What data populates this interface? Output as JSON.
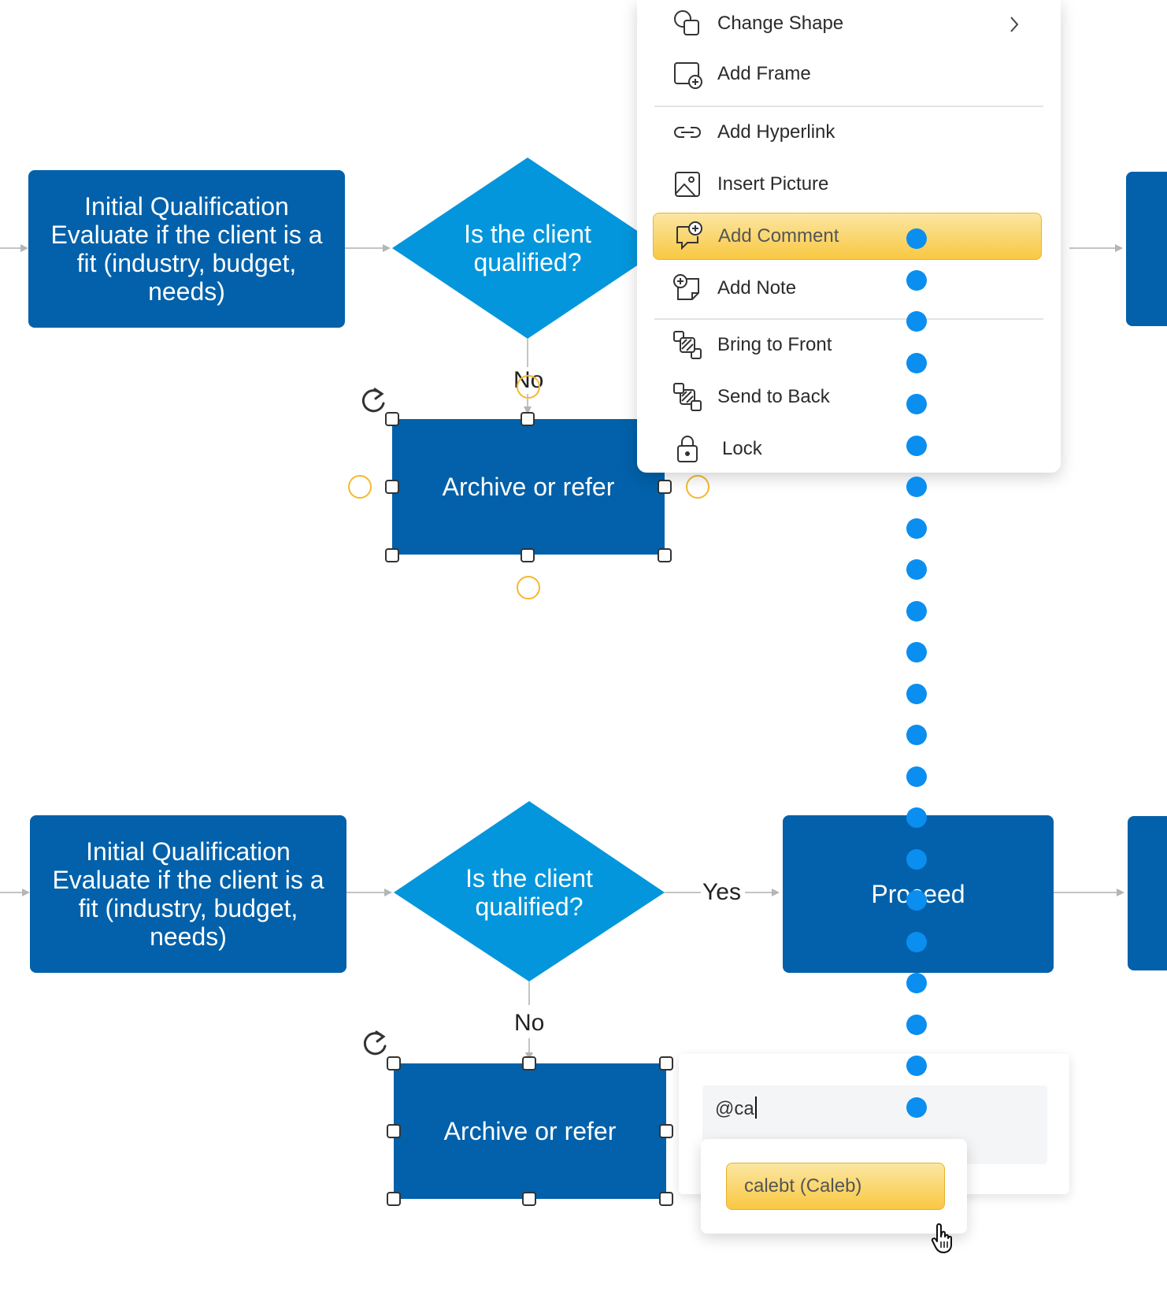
{
  "flow_top": {
    "process_box_text": "Initial Qualification\nEvaluate if the client is a\nfit (industry, budget,\nneeds)",
    "decision_text": "Is the client\nqualified?",
    "no_label": "No",
    "archive_box_text": "Archive or refer"
  },
  "flow_bottom": {
    "process_box_text": "Initial Qualification\nEvaluate if the client is a\nfit (industry, budget,\nneeds)",
    "decision_text": "Is the client\nqualified?",
    "yes_label": "Yes",
    "no_label": "No",
    "proceed_box_text": "Proceed",
    "archive_box_text": "Archive or refer"
  },
  "context_menu": {
    "items": [
      {
        "label": "Change Shape",
        "icon": "change-shape-icon",
        "has_submenu": true
      },
      {
        "label": "Add Frame",
        "icon": "add-frame-icon"
      },
      {
        "label": "Add Hyperlink",
        "icon": "link-icon"
      },
      {
        "label": "Insert Picture",
        "icon": "picture-icon"
      },
      {
        "label": "Add Comment",
        "icon": "add-comment-icon",
        "highlighted": true
      },
      {
        "label": "Add Note",
        "icon": "add-note-icon"
      },
      {
        "label": "Bring to Front",
        "icon": "bring-to-front-icon"
      },
      {
        "label": "Send to Back",
        "icon": "send-to-back-icon"
      },
      {
        "label": "Lock",
        "icon": "lock-icon"
      }
    ]
  },
  "comment": {
    "input_value": "@ca",
    "mention_suggestion": "calebt (Caleb)"
  },
  "colors": {
    "process_box": "#0261aa",
    "decision": "#0396dc",
    "highlight": "#f9c842",
    "trail_dot": "#0a8ef0",
    "anchor": "#f5b82e"
  }
}
